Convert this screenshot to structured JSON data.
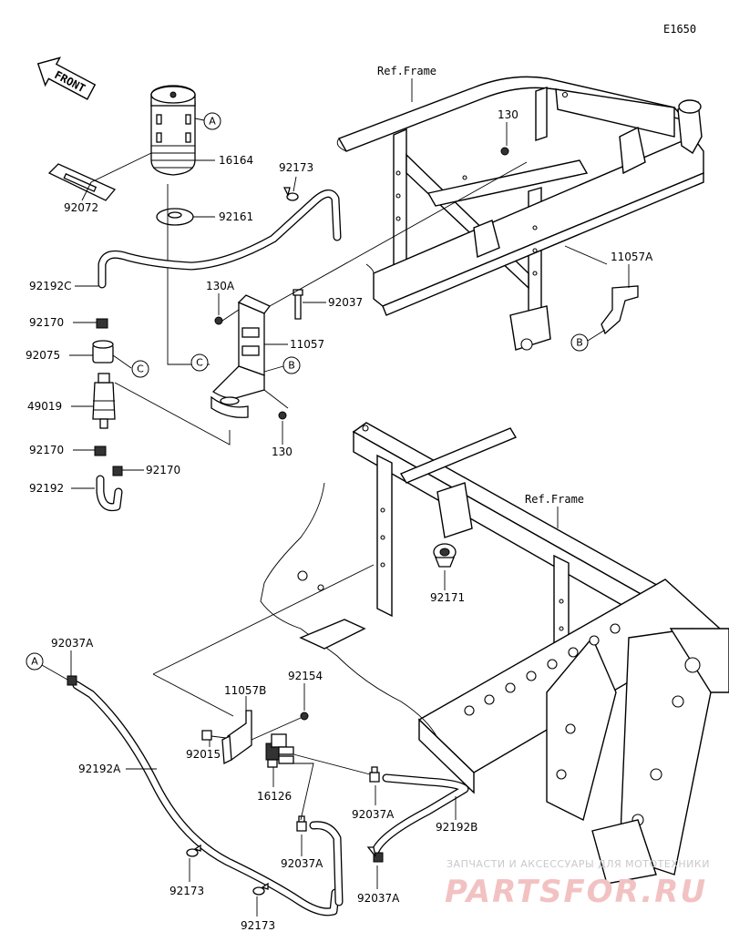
{
  "diagram": {
    "code": "E1650",
    "front_label": "FRONT",
    "ref_frame_labels": [
      "Ref.Frame",
      "Ref.Frame"
    ],
    "callout_circles": [
      "A",
      "A",
      "B",
      "B",
      "C",
      "C"
    ],
    "part_labels": {
      "p16164": "16164",
      "p92072": "92072",
      "p92161": "92161",
      "p92173_top": "92173",
      "p92192C": "92192C",
      "p130A": "130A",
      "p92037": "92037",
      "p130_top": "130",
      "p11057A": "11057A",
      "p92170_a": "92170",
      "p92075": "92075",
      "p11057": "11057",
      "p49019": "49019",
      "p130_mid": "130",
      "p92170_b": "92170",
      "p92170_c": "92170",
      "p92192": "92192",
      "p92171": "92171",
      "p92037A_top": "92037A",
      "p92154": "92154",
      "p11057B": "11057B",
      "p92192A": "92192A",
      "p92015": "92015",
      "p16126": "16126",
      "p92037A_mid": "92037A",
      "p92192B": "92192B",
      "p92037A_low": "92037A",
      "p92173_low1": "92173",
      "p92173_low2": "92173",
      "p92037A_bot": "92037A"
    },
    "watermark": {
      "line1": "ЗАПЧАСТИ И АКСЕССУАРЫ ДЛЯ МОТОТЕХНИКИ",
      "line2": "PARTSFOR.RU"
    }
  }
}
